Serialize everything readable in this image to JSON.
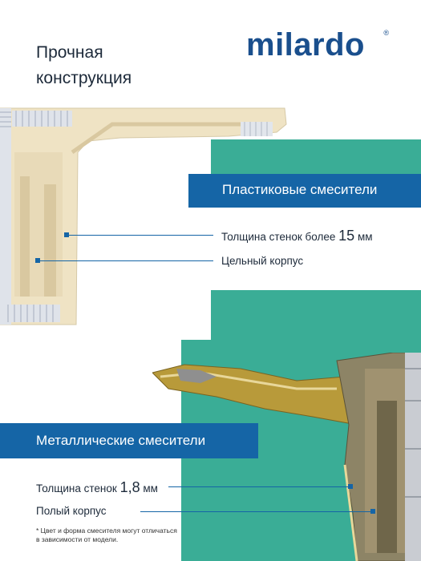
{
  "headline": {
    "line1": "Прочная",
    "line2": "конструкция"
  },
  "brand": {
    "name": "milardo",
    "reg": "®",
    "color": "#1a4f8d"
  },
  "colors": {
    "teal": "#3aad96",
    "banner": "#1565a6"
  },
  "plastic": {
    "title": "Пластиковые смесители",
    "wall_label": "Толщина стенок более",
    "wall_value": "15",
    "wall_unit": "мм",
    "body": "Цельный корпус"
  },
  "metal": {
    "title": "Металлические смесители",
    "wall_label": "Толщина стенок",
    "wall_value": "1,8",
    "wall_unit": "мм",
    "body": "Полый корпус"
  },
  "footnote": {
    "line1": "* Цвет и форма смесителя могут отличаться",
    "line2": "в зависимости от модели."
  }
}
